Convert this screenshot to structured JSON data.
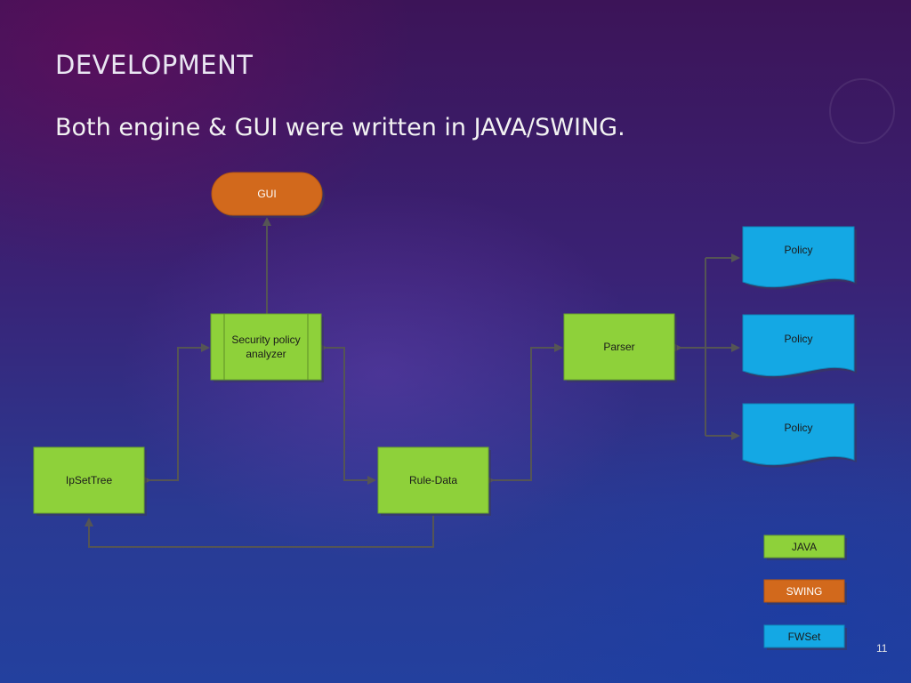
{
  "slide": {
    "title": "DEVELOPMENT",
    "subtitle": "Both engine & GUI were written in JAVA/SWING.",
    "page_number": "11"
  },
  "colors": {
    "java_green": "#8ed13a",
    "swing_orange": "#d2691c",
    "fwset_blue": "#14a8e4",
    "connector": "#555555"
  },
  "nodes": {
    "gui": "GUI",
    "analyzer": "Security policy analyzer",
    "parser": "Parser",
    "ipsettree": "IpSetTree",
    "ruledata": "Rule-Data",
    "policy1": "Policy",
    "policy2": "Policy",
    "policy3": "Policy"
  },
  "legend": {
    "java": "JAVA",
    "swing": "SWING",
    "fwset": "FWSet"
  }
}
